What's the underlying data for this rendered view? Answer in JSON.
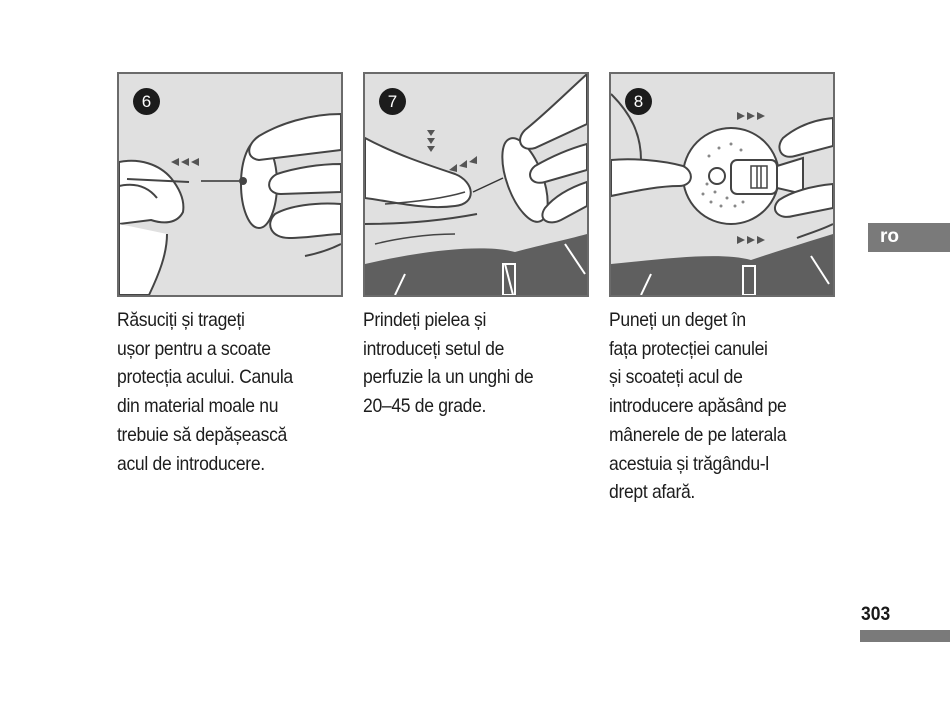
{
  "steps": [
    {
      "number": "6",
      "caption_lines": [
        "Răsuciți și trageți",
        "ușor pentru a scoate",
        "protecția acului. Canula",
        "din material moale nu",
        "trebuie să depășească",
        "acul de introducere."
      ]
    },
    {
      "number": "7",
      "caption_lines": [
        "Prindeți pielea și",
        "introduceți setul de",
        "perfuzie la un unghi de",
        "20–45 de grade."
      ]
    },
    {
      "number": "8",
      "caption_lines": [
        "Puneți un deget în",
        "fața protecției canulei",
        "și scoateți acul de",
        "introducere apăsând pe",
        "mânerele de pe laterala",
        "acestuia și trăgându-l",
        "drept afară."
      ]
    }
  ],
  "language_tab": "ro",
  "page_number": "303",
  "colors": {
    "panel_background": "#e0e0e0",
    "panel_border": "#6b6b6b",
    "badge": "#1c1c1c",
    "tab_gray": "#7a7a7a",
    "skin_dark": "#5f5f5f"
  }
}
